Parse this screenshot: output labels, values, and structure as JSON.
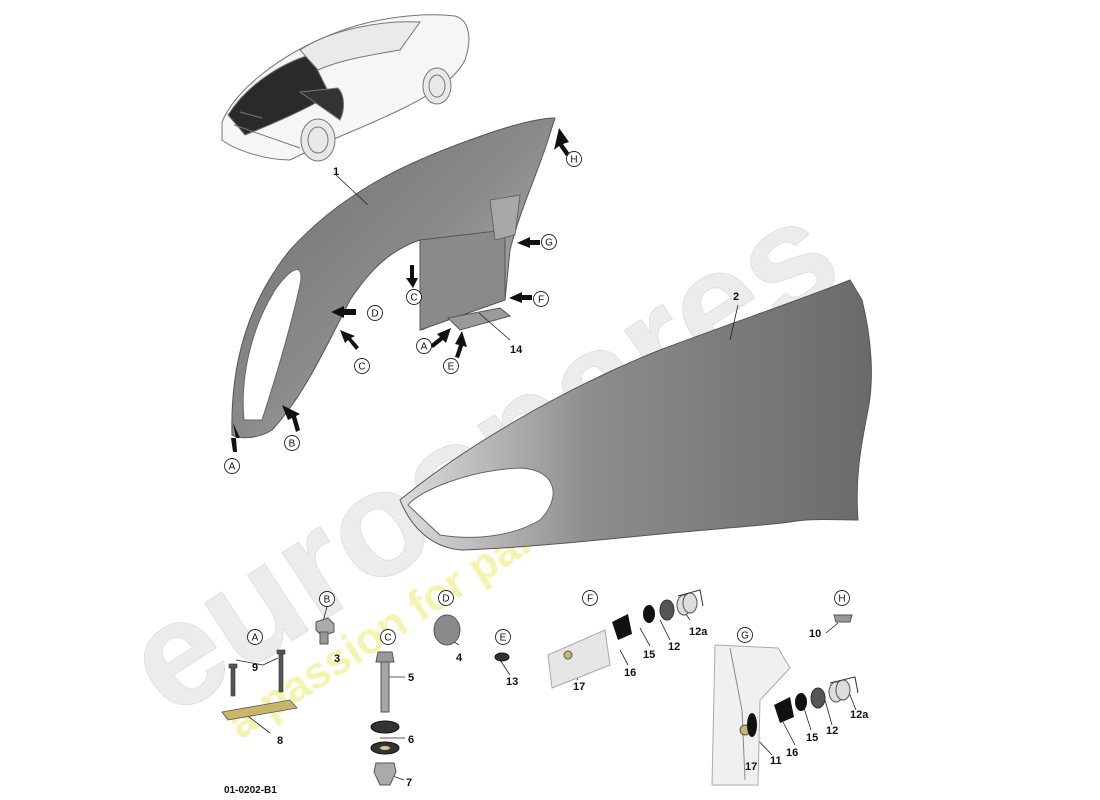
{
  "diagram": {
    "ref_code": "01-0202-B1",
    "part_numbers": {
      "p1": "1",
      "p2": "2",
      "p3": "3",
      "p4": "4",
      "p5": "5",
      "p6": "6",
      "p7": "7",
      "p8": "8",
      "p9": "9",
      "p10": "10",
      "p11": "11",
      "p12": "12",
      "p12a": "12a",
      "p13": "13",
      "p14": "14",
      "p15": "15",
      "p16": "16",
      "p17": "17"
    },
    "fixing_points": {
      "A": "A",
      "B": "B",
      "C": "C",
      "D": "D",
      "E": "E",
      "F": "F",
      "G": "G",
      "H": "H"
    }
  },
  "watermark": {
    "brand": "eurospares",
    "tagline": "a passion for parts since 1985",
    "brand_color": "#e8e8e8",
    "tagline_color": "#f3f3a8"
  }
}
